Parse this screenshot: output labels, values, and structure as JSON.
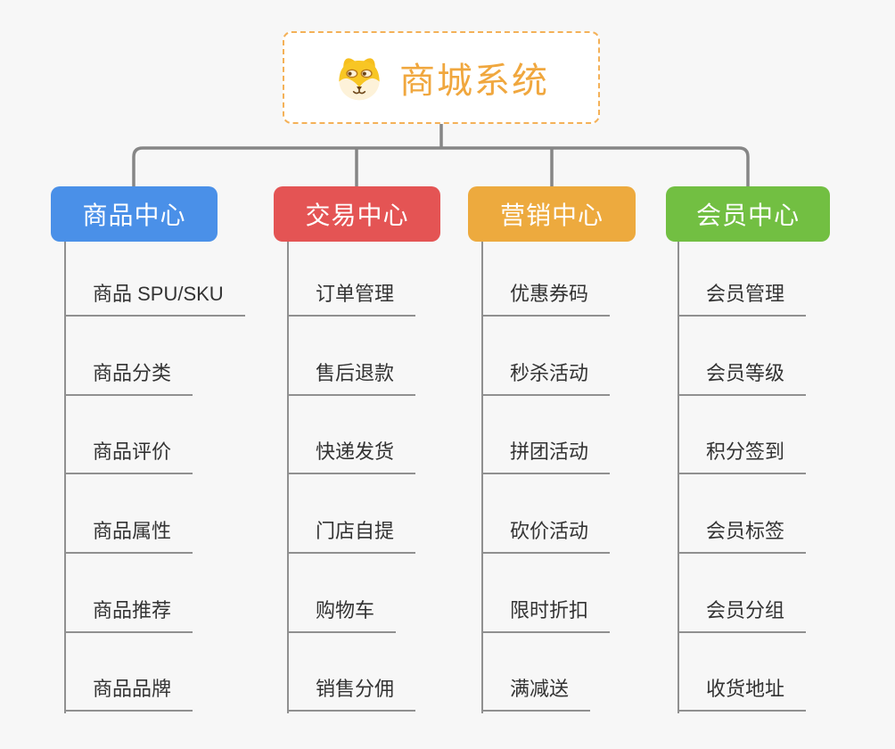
{
  "root": {
    "title": "商城系统",
    "icon": "dog-icon",
    "text_color": "#f0a73e",
    "border_color": "#f4b158"
  },
  "branches": [
    {
      "label": "商品中心",
      "color": "#4a90e8",
      "items": [
        "商品 SPU/SKU",
        "商品分类",
        "商品评价",
        "商品属性",
        "商品推荐",
        "商品品牌"
      ]
    },
    {
      "label": "交易中心",
      "color": "#e45454",
      "items": [
        "订单管理",
        "售后退款",
        "快递发货",
        "门店自提",
        "购物车",
        "销售分佣"
      ]
    },
    {
      "label": "营销中心",
      "color": "#edaa3e",
      "items": [
        "优惠券码",
        "秒杀活动",
        "拼团活动",
        "砍价活动",
        "限时折扣",
        "满减送"
      ]
    },
    {
      "label": "会员中心",
      "color": "#72bf42",
      "items": [
        "会员管理",
        "会员等级",
        "积分签到",
        "会员标签",
        "会员分组",
        "收货地址"
      ]
    }
  ],
  "style": {
    "background": "#f7f7f7",
    "connector_color": "#868686",
    "line_color": "#909090",
    "item_text_color": "#333333"
  }
}
